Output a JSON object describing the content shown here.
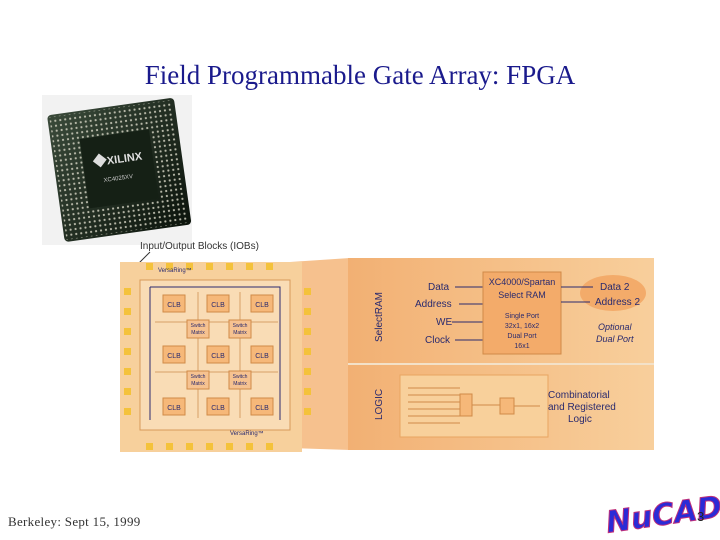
{
  "title": "Field Programmable Gate Array: FPGA",
  "chip": {
    "brand": "XILINX",
    "part": "XC4025XV"
  },
  "diagram": {
    "iob_label": "Input/Output Blocks (IOBs)",
    "versaring_top": "VersaRing™",
    "versaring_bottom": "VersaRing™",
    "clb": "CLB",
    "switch_line1": "Switch",
    "switch_line2": "Matrix",
    "selectram_side": "SelectRAM",
    "logic_side": "LOGIC",
    "signals_left": [
      "Data",
      "Address",
      "WE",
      "Clock"
    ],
    "ram_box": {
      "line1": "XC4000/Spartan",
      "line2": "Select RAM",
      "details": [
        "Single Port",
        "32x1, 16x2",
        "Dual Port",
        "16x1"
      ]
    },
    "signals_right": [
      "Data 2",
      "Address 2"
    ],
    "optional": [
      "Optional",
      "Dual Port"
    ],
    "logic_desc": [
      "Combinatorial",
      "and Registered",
      "Logic"
    ]
  },
  "footer": {
    "left": "Berkeley: Sept 15, 1999",
    "page": "3",
    "logo": "NuCAD"
  },
  "colors": {
    "title": "#1a1a8c",
    "panel": "#f6c48c",
    "panel_dark": "#e8a561",
    "accent": "#2a2a6e",
    "logo": "#2b2bd6"
  }
}
